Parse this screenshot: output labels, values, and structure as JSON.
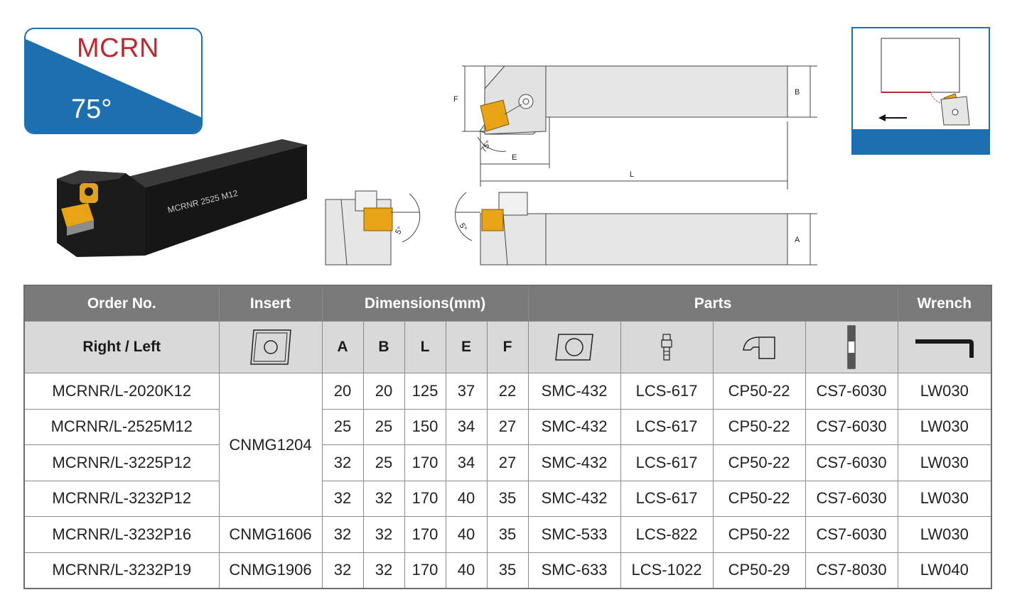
{
  "badge": {
    "name": "MCRN",
    "angle": "75°"
  },
  "tool_engraving": "MCRNR 2525 M12",
  "drawing_labels": {
    "F": "F",
    "E": "E",
    "L": "L",
    "B": "B",
    "A": "A",
    "approach_angle": "75°",
    "rake_angle_left": "5°",
    "rake_angle_right": "5°"
  },
  "colors": {
    "accent": "#1d6fb0",
    "brand_red": "#c0282d",
    "header_dark": "#7a7a7a",
    "header_light": "#d9d9d9",
    "insert_gold": "#e8a317"
  },
  "table": {
    "group_headers": {
      "order_no": "Order No.",
      "insert": "Insert",
      "dimensions": "Dimensions(mm)",
      "parts": "Parts",
      "wrench": "Wrench"
    },
    "sub_headers": {
      "right_left": "Right / Left",
      "A": "A",
      "B": "B",
      "L": "L",
      "E": "E",
      "F": "F"
    },
    "icons": [
      "insert-cnmg-icon",
      "shim-icon",
      "lock-screw-icon",
      "clamp-icon",
      "shim-screw-icon",
      "wrench-icon"
    ],
    "insert_groups": [
      "CNMG1204",
      "CNMG1606",
      "CNMG1906"
    ],
    "rows": [
      {
        "order": "MCRNR/L-2020K12",
        "A": "20",
        "B": "20",
        "L": "125",
        "E": "37",
        "F": "22",
        "shim": "SMC-432",
        "lock": "LCS-617",
        "clamp": "CP50-22",
        "screw": "CS7-6030",
        "wrench": "LW030"
      },
      {
        "order": "MCRNR/L-2525M12",
        "A": "25",
        "B": "25",
        "L": "150",
        "E": "34",
        "F": "27",
        "shim": "SMC-432",
        "lock": "LCS-617",
        "clamp": "CP50-22",
        "screw": "CS7-6030",
        "wrench": "LW030"
      },
      {
        "order": "MCRNR/L-3225P12",
        "A": "32",
        "B": "25",
        "L": "170",
        "E": "34",
        "F": "27",
        "shim": "SMC-432",
        "lock": "LCS-617",
        "clamp": "CP50-22",
        "screw": "CS7-6030",
        "wrench": "LW030"
      },
      {
        "order": "MCRNR/L-3232P12",
        "A": "32",
        "B": "32",
        "L": "170",
        "E": "40",
        "F": "35",
        "shim": "SMC-432",
        "lock": "LCS-617",
        "clamp": "CP50-22",
        "screw": "CS7-6030",
        "wrench": "LW030"
      },
      {
        "order": "MCRNR/L-3232P16",
        "A": "32",
        "B": "32",
        "L": "170",
        "E": "40",
        "F": "35",
        "shim": "SMC-533",
        "lock": "LCS-822",
        "clamp": "CP50-22",
        "screw": "CS7-6030",
        "wrench": "LW030"
      },
      {
        "order": "MCRNR/L-3232P19",
        "A": "32",
        "B": "32",
        "L": "170",
        "E": "40",
        "F": "35",
        "shim": "SMC-633",
        "lock": "LCS-1022",
        "clamp": "CP50-29",
        "screw": "CS7-8030",
        "wrench": "LW040"
      }
    ]
  }
}
